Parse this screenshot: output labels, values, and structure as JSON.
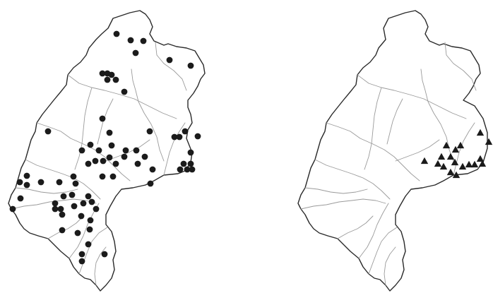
{
  "maps": [
    {
      "name": "left-map",
      "marker": "circle",
      "marker_color": "#1b1b1b",
      "outline_color": "#2a2a2a",
      "river_color": "#9a9a9a",
      "point_count": 74
    },
    {
      "name": "right-map",
      "marker": "triangle",
      "marker_color": "#1b1b1b",
      "outline_color": "#2a2a2a",
      "river_color": "#9a9a9a",
      "point_count": 18
    }
  ]
}
